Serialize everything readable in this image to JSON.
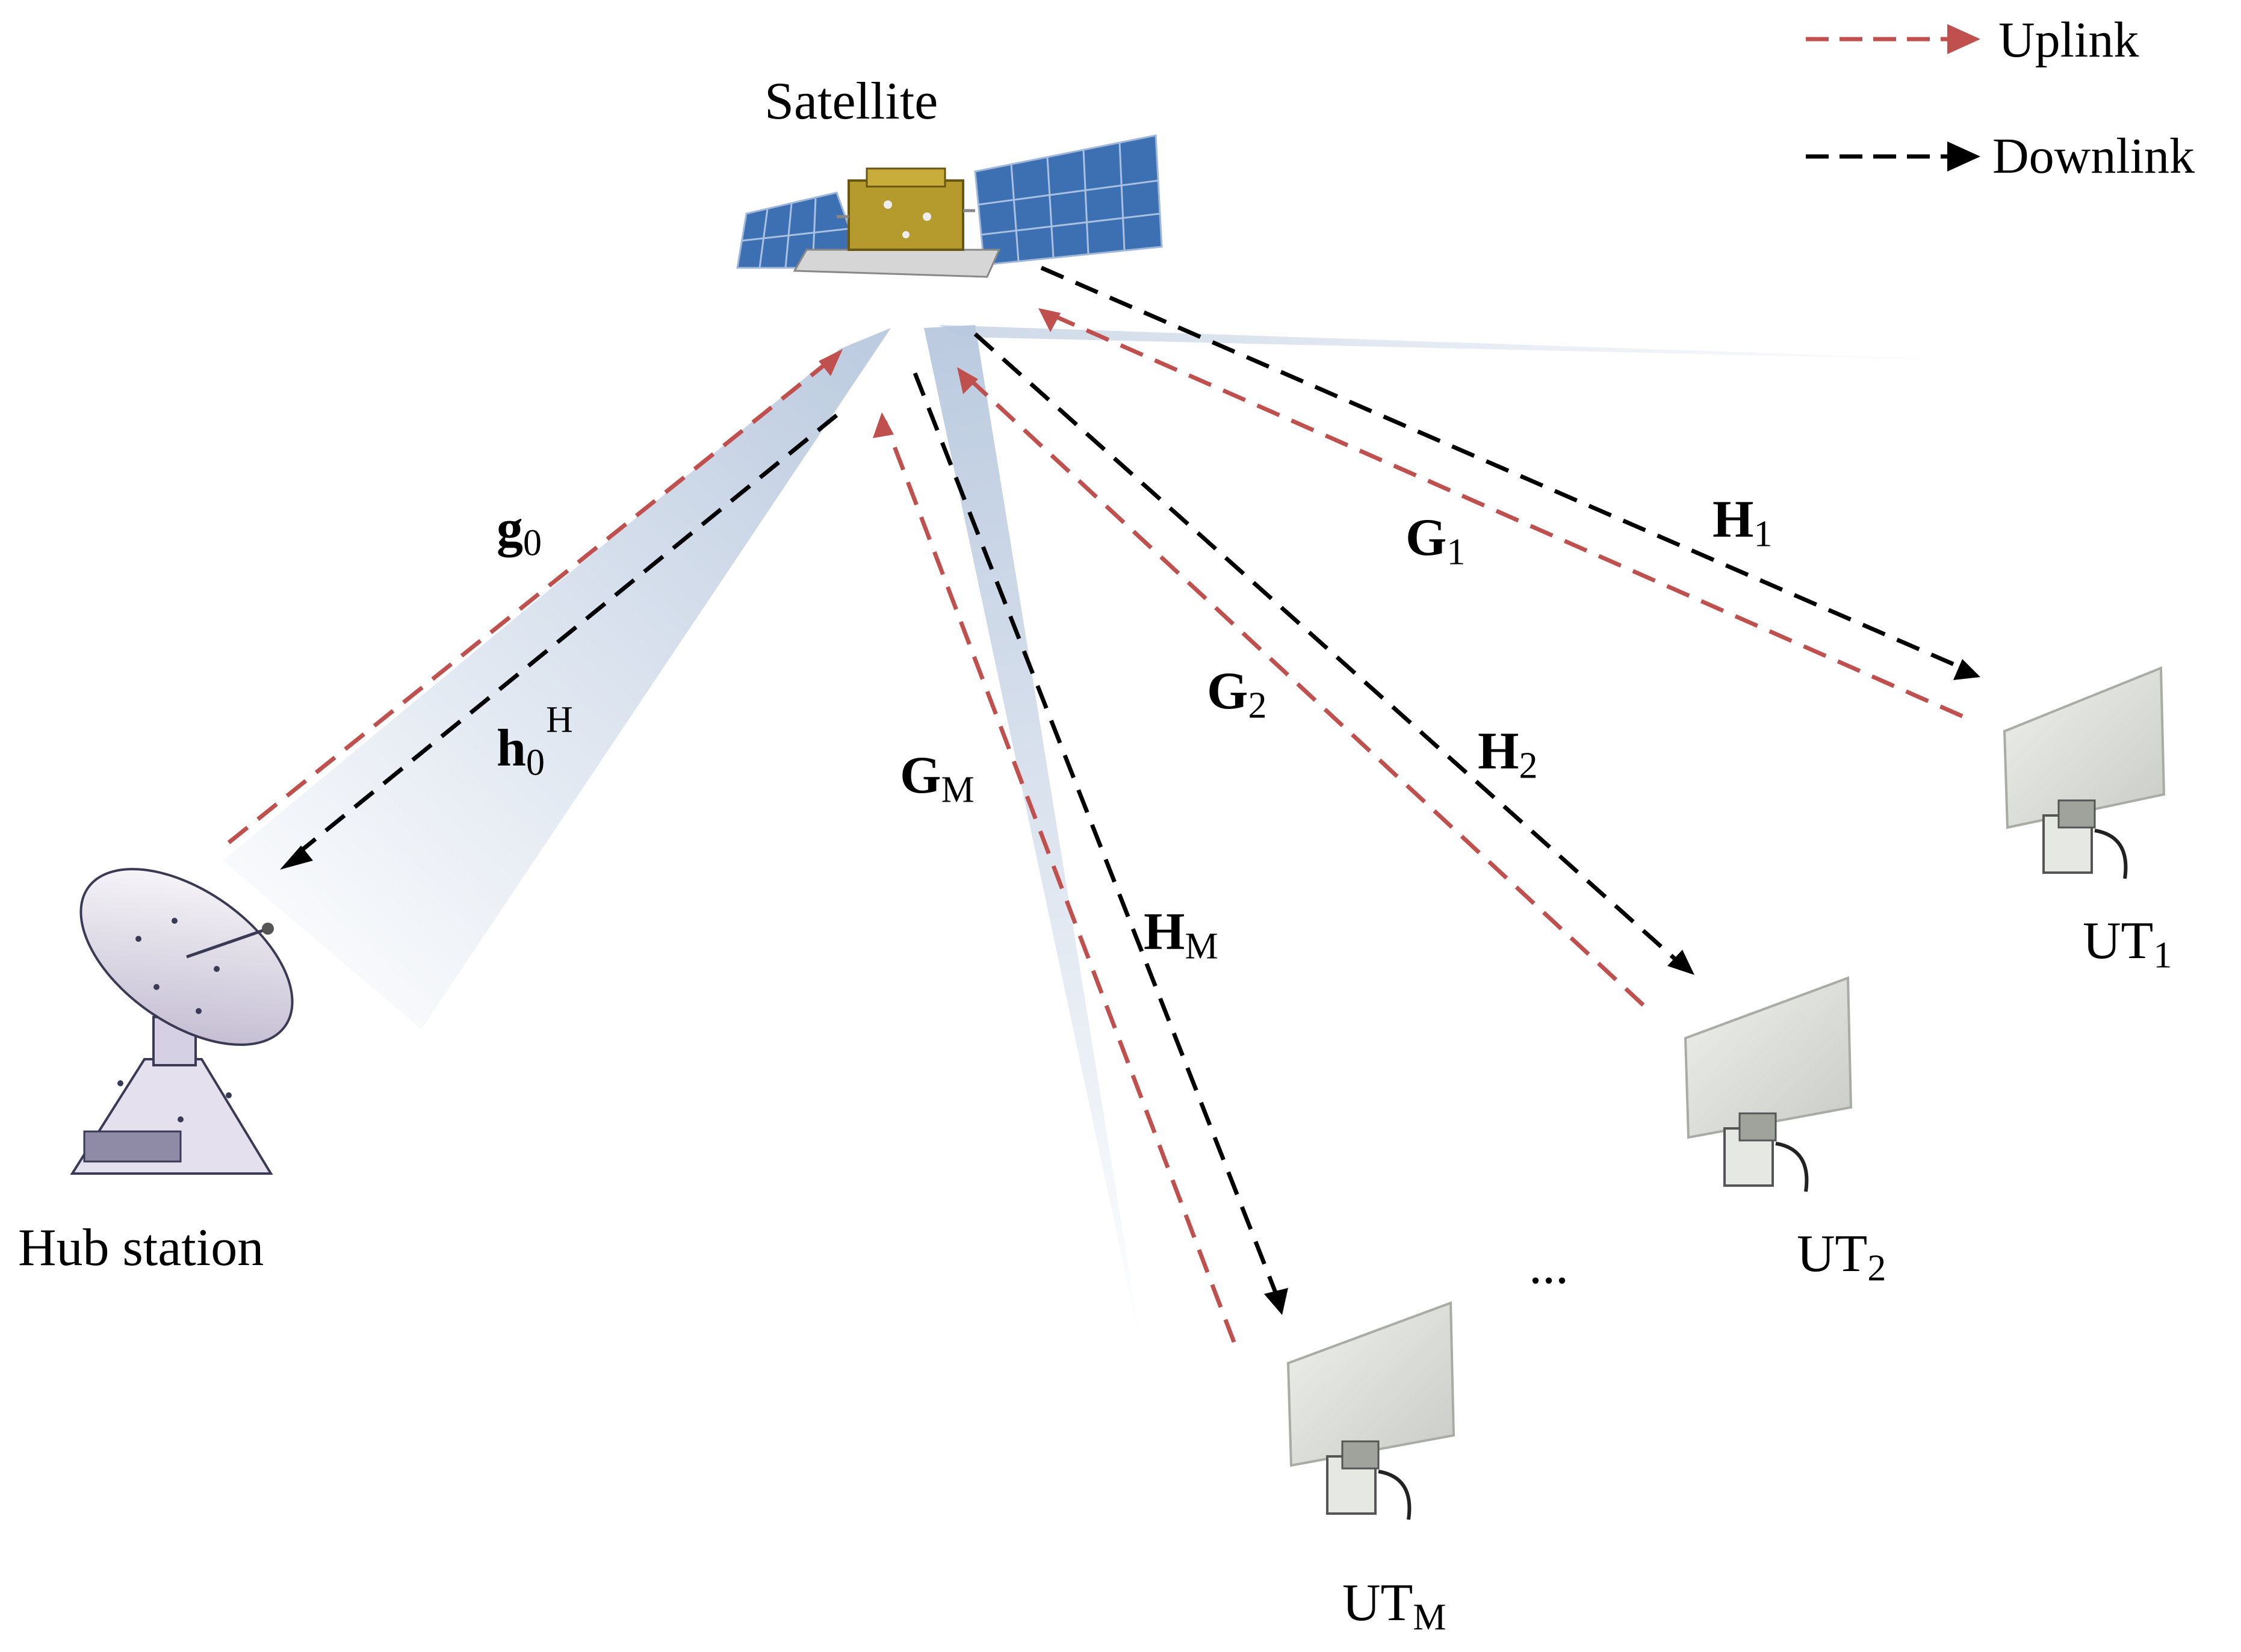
{
  "legend": {
    "uplink_label": "Uplink",
    "downlink_label": "Downlink",
    "uplink_color": "#c0504d",
    "downlink_color": "#000000"
  },
  "nodes": {
    "satellite": {
      "label": "Satellite",
      "icon": "satellite-icon"
    },
    "hub": {
      "label": "Hub station",
      "icon": "dish-antenna-icon"
    },
    "ut1": {
      "base": "UT",
      "sub": "1",
      "icon": "flat-panel-terminal-icon"
    },
    "ut2": {
      "base": "UT",
      "sub": "2",
      "icon": "flat-panel-terminal-icon"
    },
    "utm": {
      "base": "UT",
      "sub": "M",
      "icon": "flat-panel-terminal-icon"
    },
    "ellipsis": "..."
  },
  "channels": {
    "g0": {
      "base": "g",
      "sub": "0"
    },
    "h0": {
      "base": "h",
      "sub": "0",
      "sup": "H"
    },
    "g1": {
      "base": "G",
      "sub": "1"
    },
    "h1": {
      "base": "H",
      "sub": "1"
    },
    "g2": {
      "base": "G",
      "sub": "2"
    },
    "h2": {
      "base": "H",
      "sub": "2"
    },
    "gm": {
      "base": "G",
      "sub": "M"
    },
    "hm": {
      "base": "H",
      "sub": "M"
    }
  },
  "colors": {
    "beam": "#b8c8de",
    "panel": "#d9dcd6",
    "satellite_body": "#b59a2e",
    "solar_panel": "#3d6fb3"
  }
}
